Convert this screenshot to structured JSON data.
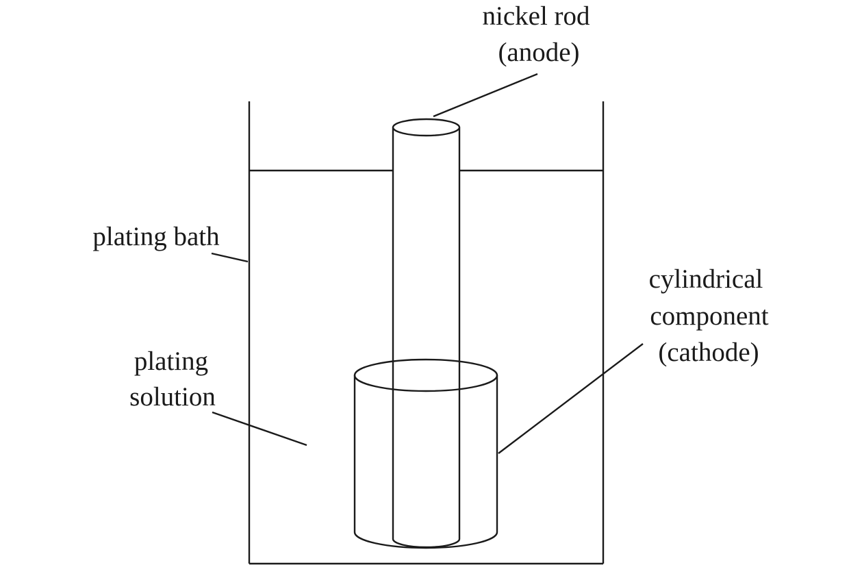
{
  "labels": {
    "nickel_rod": {
      "line1": "nickel rod",
      "line2": "(anode)"
    },
    "plating_bath": "plating bath",
    "plating_solution": {
      "line1": "plating",
      "line2": "solution"
    },
    "cathode": {
      "line1": "cylindrical",
      "line2": "component",
      "line3": "(cathode)"
    }
  },
  "colors": {
    "line": "#1a1a1a",
    "background": "#ffffff"
  }
}
